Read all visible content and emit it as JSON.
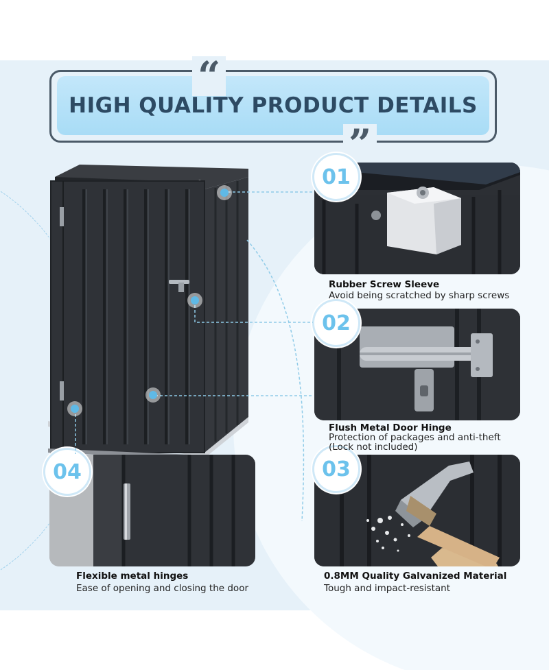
{
  "header": {
    "title": "HIGH QUALITY PRODUCT DETAILS",
    "open_quote": "“",
    "close_quote": "”"
  },
  "features": [
    {
      "number": "01",
      "title": "Rubber Screw Sleeve",
      "lines": [
        "Avoid being scratched by sharp screws"
      ]
    },
    {
      "number": "02",
      "title": "Flush Metal Door Hinge",
      "lines": [
        "Protection of packages and anti-theft",
        "(Lock not included)"
      ]
    },
    {
      "number": "03",
      "title": "0.8MM Quality Galvanized Material",
      "lines": [
        "Tough and impact-resistant"
      ]
    },
    {
      "number": "04",
      "title": "Flexible metal hinges",
      "lines": [
        "Ease of opening and closing the door"
      ]
    }
  ],
  "colors": {
    "band": "#e6f1f9",
    "title_fill": "#b6e1f8",
    "title_text": "#2d4a63",
    "frame": "#4b5a68",
    "badge_text": "#6cc2ec",
    "shed_metal": "#2d3035"
  }
}
